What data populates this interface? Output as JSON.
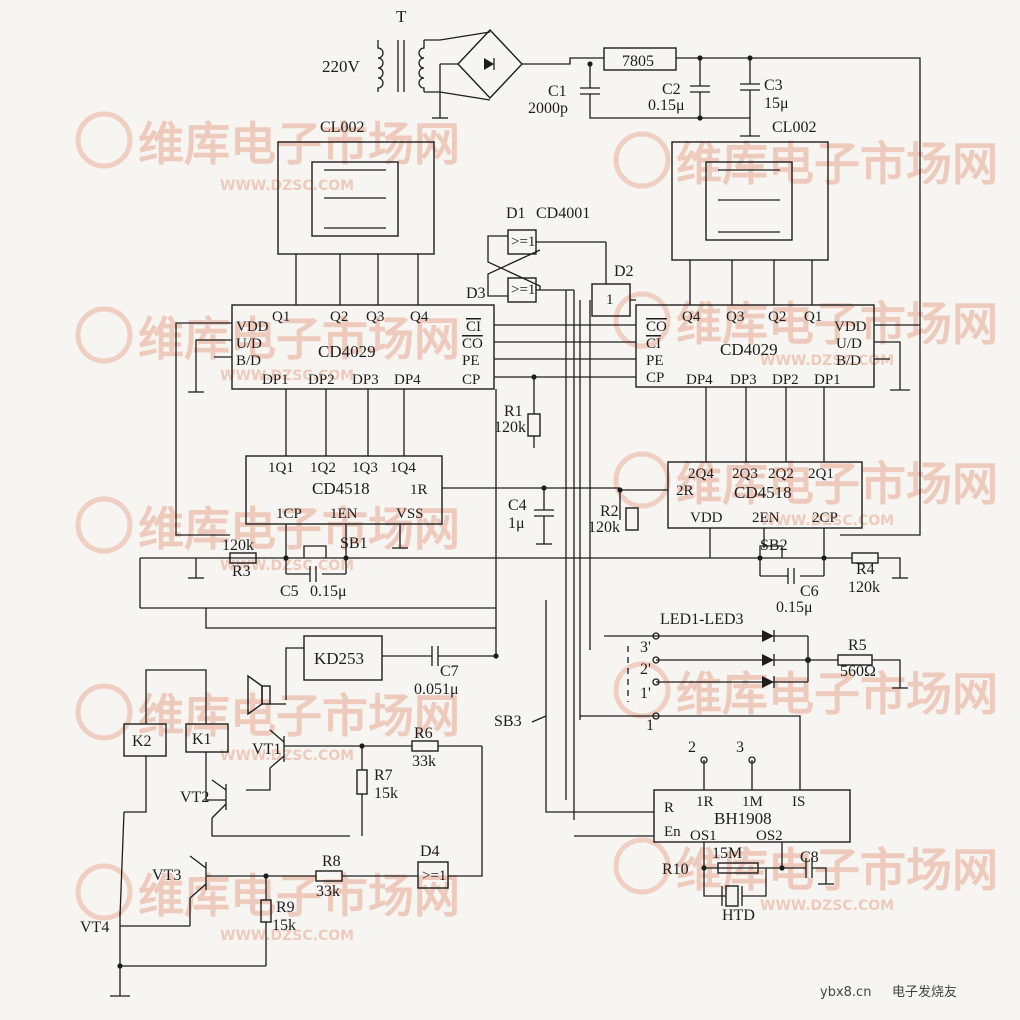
{
  "watermark": {
    "brand": "维库电子市场网",
    "url": "WWW.DZSC.COM"
  },
  "footer": {
    "site": "ybx8.cn",
    "brand": "电子发烧友"
  },
  "supply": {
    "transformer": "T",
    "mains": "220V",
    "regulator": "7805",
    "c1": "C1",
    "c1_val": "2000p",
    "c2": "C2",
    "c2_val": "0.15μ",
    "c3": "C3",
    "c3_val": "15μ"
  },
  "displays": {
    "left": "CL002",
    "right": "CL002"
  },
  "gates": {
    "d1": "D1",
    "d1_type": "CD4001",
    "d2": "D2",
    "d3": "D3",
    "d4": "D4",
    "or_sym": ">=1",
    "inv_sym": "1"
  },
  "ic_left_4029": {
    "name": "CD4029",
    "pins": [
      "Q1",
      "Q2",
      "Q3",
      "Q4",
      "VDD",
      "U/D",
      "B/D",
      "CI",
      "CO",
      "PE",
      "CP",
      "DP1",
      "DP2",
      "DP3",
      "DP4"
    ]
  },
  "ic_right_4029": {
    "name": "CD4029",
    "pins": [
      "Q4",
      "Q3",
      "Q2",
      "Q1",
      "CO",
      "CI",
      "PE",
      "CP",
      "VDD",
      "U/D",
      "B/D",
      "DP4",
      "DP3",
      "DP2",
      "DP1"
    ]
  },
  "ic_left_4518": {
    "name": "CD4518",
    "pins": [
      "1Q1",
      "1Q2",
      "1Q3",
      "1Q4",
      "1R",
      "1CP",
      "1EN",
      "VSS"
    ]
  },
  "ic_right_4518": {
    "name": "CD4518",
    "pins": [
      "2Q4",
      "2Q3",
      "2Q2",
      "2Q1",
      "2R",
      "VDD",
      "2EN",
      "2CP"
    ]
  },
  "passives": {
    "r1": "R1",
    "r1_val": "120k",
    "r2": "R2",
    "r2_val": "120k",
    "r3": "R3",
    "r3_val": "120k",
    "r4": "R4",
    "r4_val": "120k",
    "r5": "R5",
    "r5_val": "560Ω",
    "r6": "R6",
    "r6_val": "33k",
    "r7": "R7",
    "r7_val": "15k",
    "r8": "R8",
    "r8_val": "33k",
    "r9": "R9",
    "r9_val": "15k",
    "r10": "R10",
    "r10_val": "15M",
    "c4": "C4",
    "c4_val": "1μ",
    "c5": "C5",
    "c5_val": "0.15μ",
    "c6": "C6",
    "c6_val": "0.15μ",
    "c7": "C7",
    "c7_val": "0.051μ",
    "c8": "C8"
  },
  "switches": {
    "sb1": "SB1",
    "sb2": "SB2",
    "sb3": "SB3"
  },
  "leds": {
    "label": "LED1-LED3",
    "pos3p": "3'",
    "pos2p": "2'",
    "pos1p": "1'",
    "pos1": "1",
    "pos2": "2",
    "pos3": "3"
  },
  "misc": {
    "kd253": "KD253",
    "k1": "K1",
    "k2": "K2",
    "vt1": "VT1",
    "vt2": "VT2",
    "vt3": "VT3",
    "vt4": "VT4",
    "htd": "HTD"
  },
  "bh1908": {
    "name": "BH1908",
    "pins": [
      "R",
      "En",
      "1R",
      "1M",
      "IS",
      "OS1",
      "OS2"
    ]
  }
}
